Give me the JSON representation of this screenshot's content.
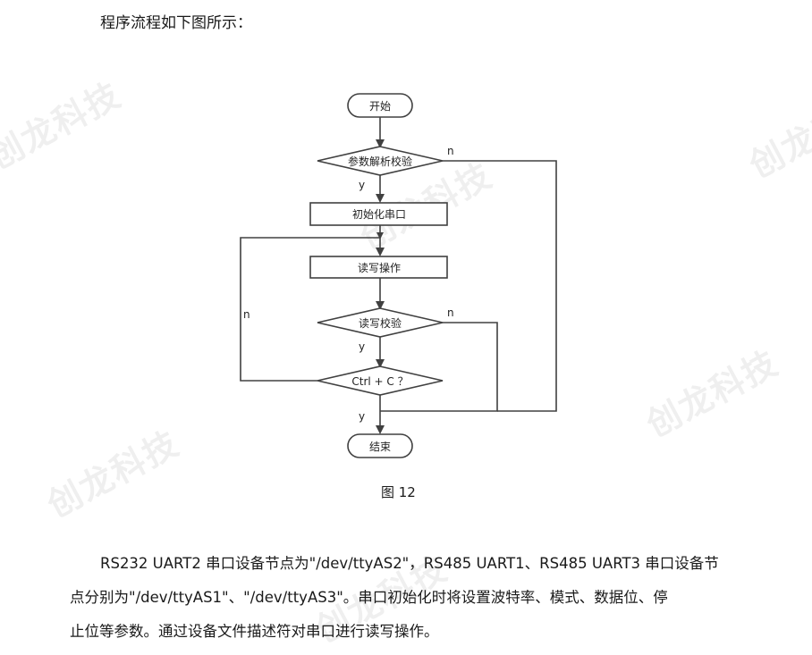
{
  "intro_text": "程序流程如下图所示：",
  "flowchart": {
    "start": "开始",
    "param_check": "参数解析校验",
    "init_serial": "初始化串口",
    "read_write": "读写操作",
    "rw_check": "读写校验",
    "ctrl_c": "Ctrl + C ？",
    "end": "结束",
    "yes": "y",
    "no": "n"
  },
  "caption": "图  12",
  "paragraph": {
    "line1": "RS232 UART2 串口设备节点为\"/dev/ttyAS2\"，RS485 UART1、RS485 UART3 串口设备节",
    "line2": "点分别为\"/dev/ttyAS1\"、\"/dev/ttyAS3\"。串口初始化时将设置波特率、模式、数据位、停",
    "line3": "止位等参数。通过设备文件描述符对串口进行读写操作。"
  },
  "watermark": "创龙科技"
}
